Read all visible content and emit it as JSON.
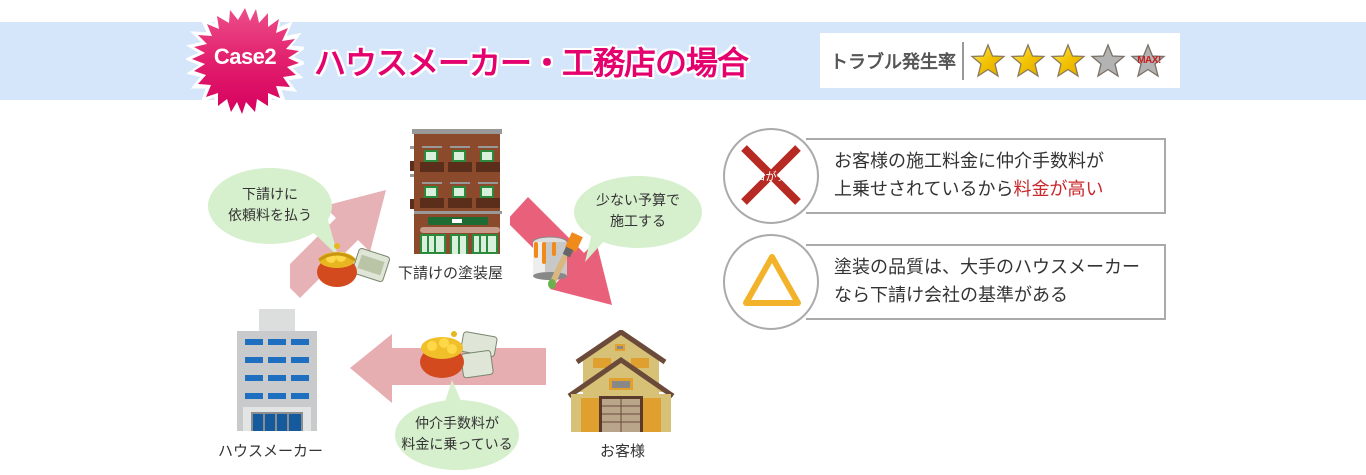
{
  "header": {
    "badge": "Case2",
    "title": "ハウスメーカー・工務店の場合",
    "rating": {
      "label": "トラブル発生率",
      "filled_stars": 3,
      "total_stars": 5,
      "max_tag": "MAX!",
      "colors": {
        "filled": "#f5c400",
        "empty": "#b3b3b3"
      }
    }
  },
  "diagram": {
    "nodes": {
      "subcontractor": {
        "label": "下請けの塗装屋"
      },
      "house_maker": {
        "label": "ハウスメーカー"
      },
      "customer": {
        "label": "お客様"
      }
    },
    "bubbles": {
      "pay_fee": {
        "line1": "下請けに",
        "line2": "依頼料を払う"
      },
      "low_budget": {
        "line1": "少ない予算で",
        "line2": "施工する"
      },
      "commission": {
        "line1": "仲介手数料が",
        "line2": "料金に乗っている"
      }
    },
    "colors": {
      "arrow_light": "#e6aeb1",
      "arrow_strong": "#e8607a",
      "bubble": "#d6efcc"
    }
  },
  "points": [
    {
      "icon": "cross",
      "icon_label": "ココがダメ",
      "line1": "お客様の施工料金に仲介手数料が",
      "line2_prefix": "上乗せされているから",
      "line2_highlight": "料金が高い"
    },
    {
      "icon": "triangle",
      "line1": "塗装の品質は、大手のハウスメーカー",
      "line2_prefix": "なら下請け会社の基準がある",
      "line2_highlight": ""
    }
  ]
}
